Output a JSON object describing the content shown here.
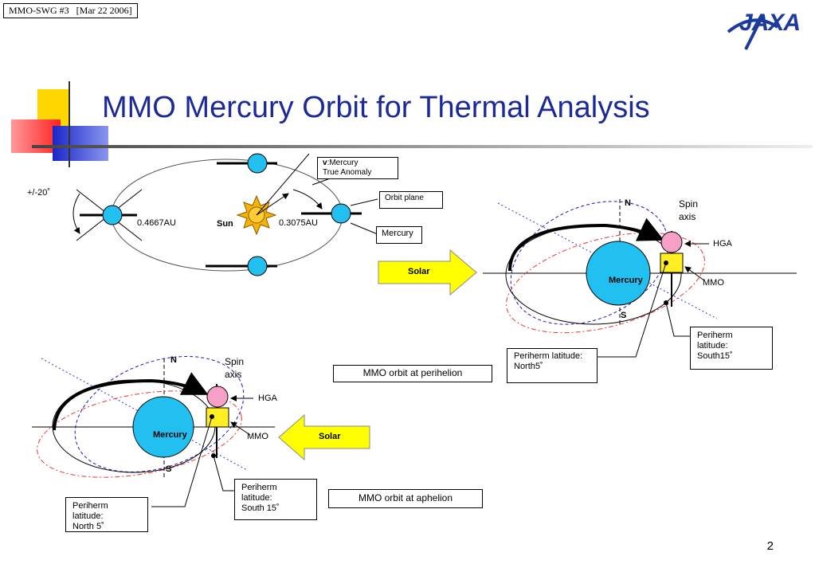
{
  "header": {
    "meeting": "MMO-SWG #3   [Mar 22 2006]"
  },
  "logo": {
    "text": "JAXA"
  },
  "title": "MMO Mercury Orbit for Thermal Analysis",
  "top_diagram": {
    "tilt": "+/-20˚",
    "left_distance": "0.4667AU",
    "sun": "Sun",
    "right_distance": "0.3075AU",
    "anomaly_symbol": "v",
    "anomaly_label_1": "Mercury",
    "anomaly_label_2": "True Anomaly",
    "orbit_plane": "Orbit plane",
    "mercury": "Mercury"
  },
  "perihelion_panel": {
    "solar": "Solar",
    "north": "N",
    "south": "S",
    "spin_axis_1": "Spin",
    "spin_axis_2": "axis",
    "hga": "HGA",
    "mmo": "MMO",
    "mercury": "Mercury",
    "periherm_north_1": "Periherm  latitude:",
    "periherm_north_2": "North5˚",
    "periherm_south_1": "Periherm",
    "periherm_south_2": "latitude:",
    "periherm_south_3": "South15˚",
    "caption": "MMO orbit at perihelion"
  },
  "aphelion_panel": {
    "solar": "Solar",
    "north": "N",
    "south": "S",
    "spin_axis_1": "Spin",
    "spin_axis_2": "axis",
    "hga": "HGA",
    "mmo": "MMO",
    "mercury": "Mercury",
    "periherm_south_1": "Periherm latitude:",
    "periherm_south_2": "South 15˚",
    "periherm_north_1": "Periherm latitude:",
    "periherm_north_2": "North 5˚",
    "caption": "MMO orbit at aphelion"
  },
  "page_number": "2",
  "colors": {
    "title": "#1c2a99",
    "planet": "#22c0f0",
    "sun": "#f6b400",
    "spacecraft": "#ffee22",
    "hga": "#f6a0c8",
    "arrow": "#ffff00",
    "logo": "#1c3a9e"
  }
}
